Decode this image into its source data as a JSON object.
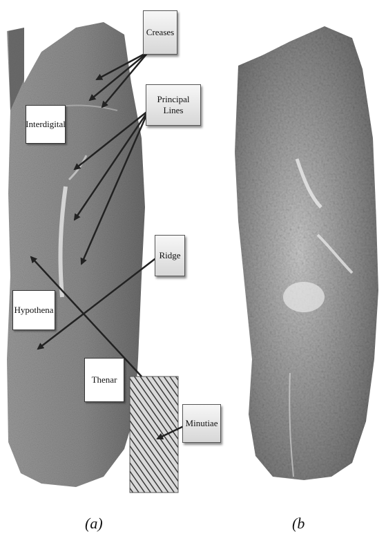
{
  "panel_a": {
    "caption": "(a)",
    "callouts": {
      "creases": "Creases",
      "principal_lines": "Principal Lines",
      "ridge": "Ridge",
      "minutiae": "Minutiae"
    },
    "regions": {
      "interdigital": "Interdigital",
      "hypothenar": "Hypothena",
      "thenar": "Thenar"
    }
  },
  "panel_b": {
    "caption": "(b"
  },
  "colors": {
    "arrow": "#222222",
    "palm_dark": "#6d6d6d",
    "palm_light": "#a8a8a8",
    "background": "#ffffff"
  }
}
